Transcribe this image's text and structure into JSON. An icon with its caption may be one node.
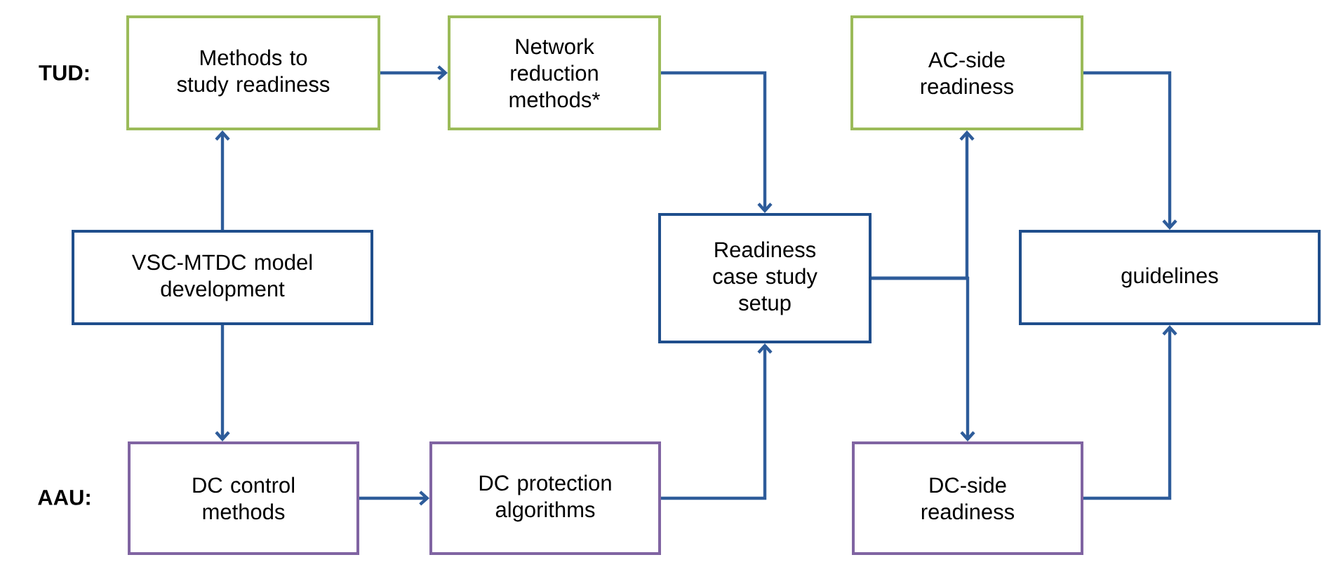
{
  "diagram": {
    "nodes": [
      {
        "text": [
          "Methods to study readiness"
        ]
      },
      {
        "text": [
          "Network reduction methods*"
        ]
      },
      {
        "text": [
          "AC-side readiness"
        ]
      },
      {
        "text": [
          "VSC-MTDC model development"
        ]
      },
      {
        "text": [
          "Readiness case study setup"
        ]
      },
      {
        "text": [
          "guidelines"
        ]
      },
      {
        "text": [
          "DC control methods"
        ]
      },
      {
        "text": [
          "DC protection algorithms"
        ]
      },
      {
        "text": [
          "DC-side readiness"
        ]
      }
    ],
    "edges": [
      {
        "from": 3,
        "to": 0,
        "arrow": "to"
      },
      {
        "from": 3,
        "to": 6,
        "arrow": "to"
      },
      {
        "from": 0,
        "to": 1,
        "arrow": "to"
      },
      {
        "from": 1,
        "to": 4,
        "arrow": "to"
      },
      {
        "from": 6,
        "to": 7,
        "arrow": "to"
      },
      {
        "from": 7,
        "to": 4,
        "arrow": "to"
      },
      {
        "from": 4,
        "to": 2,
        "arrow": "to"
      },
      {
        "from": 4,
        "to": 8,
        "arrow": "to"
      },
      {
        "from": 2,
        "to": 5,
        "arrow": "to"
      },
      {
        "from": 8,
        "to": 5,
        "arrow": "to"
      }
    ],
    "labels": [
      "TUD:",
      "AAU:"
    ]
  }
}
